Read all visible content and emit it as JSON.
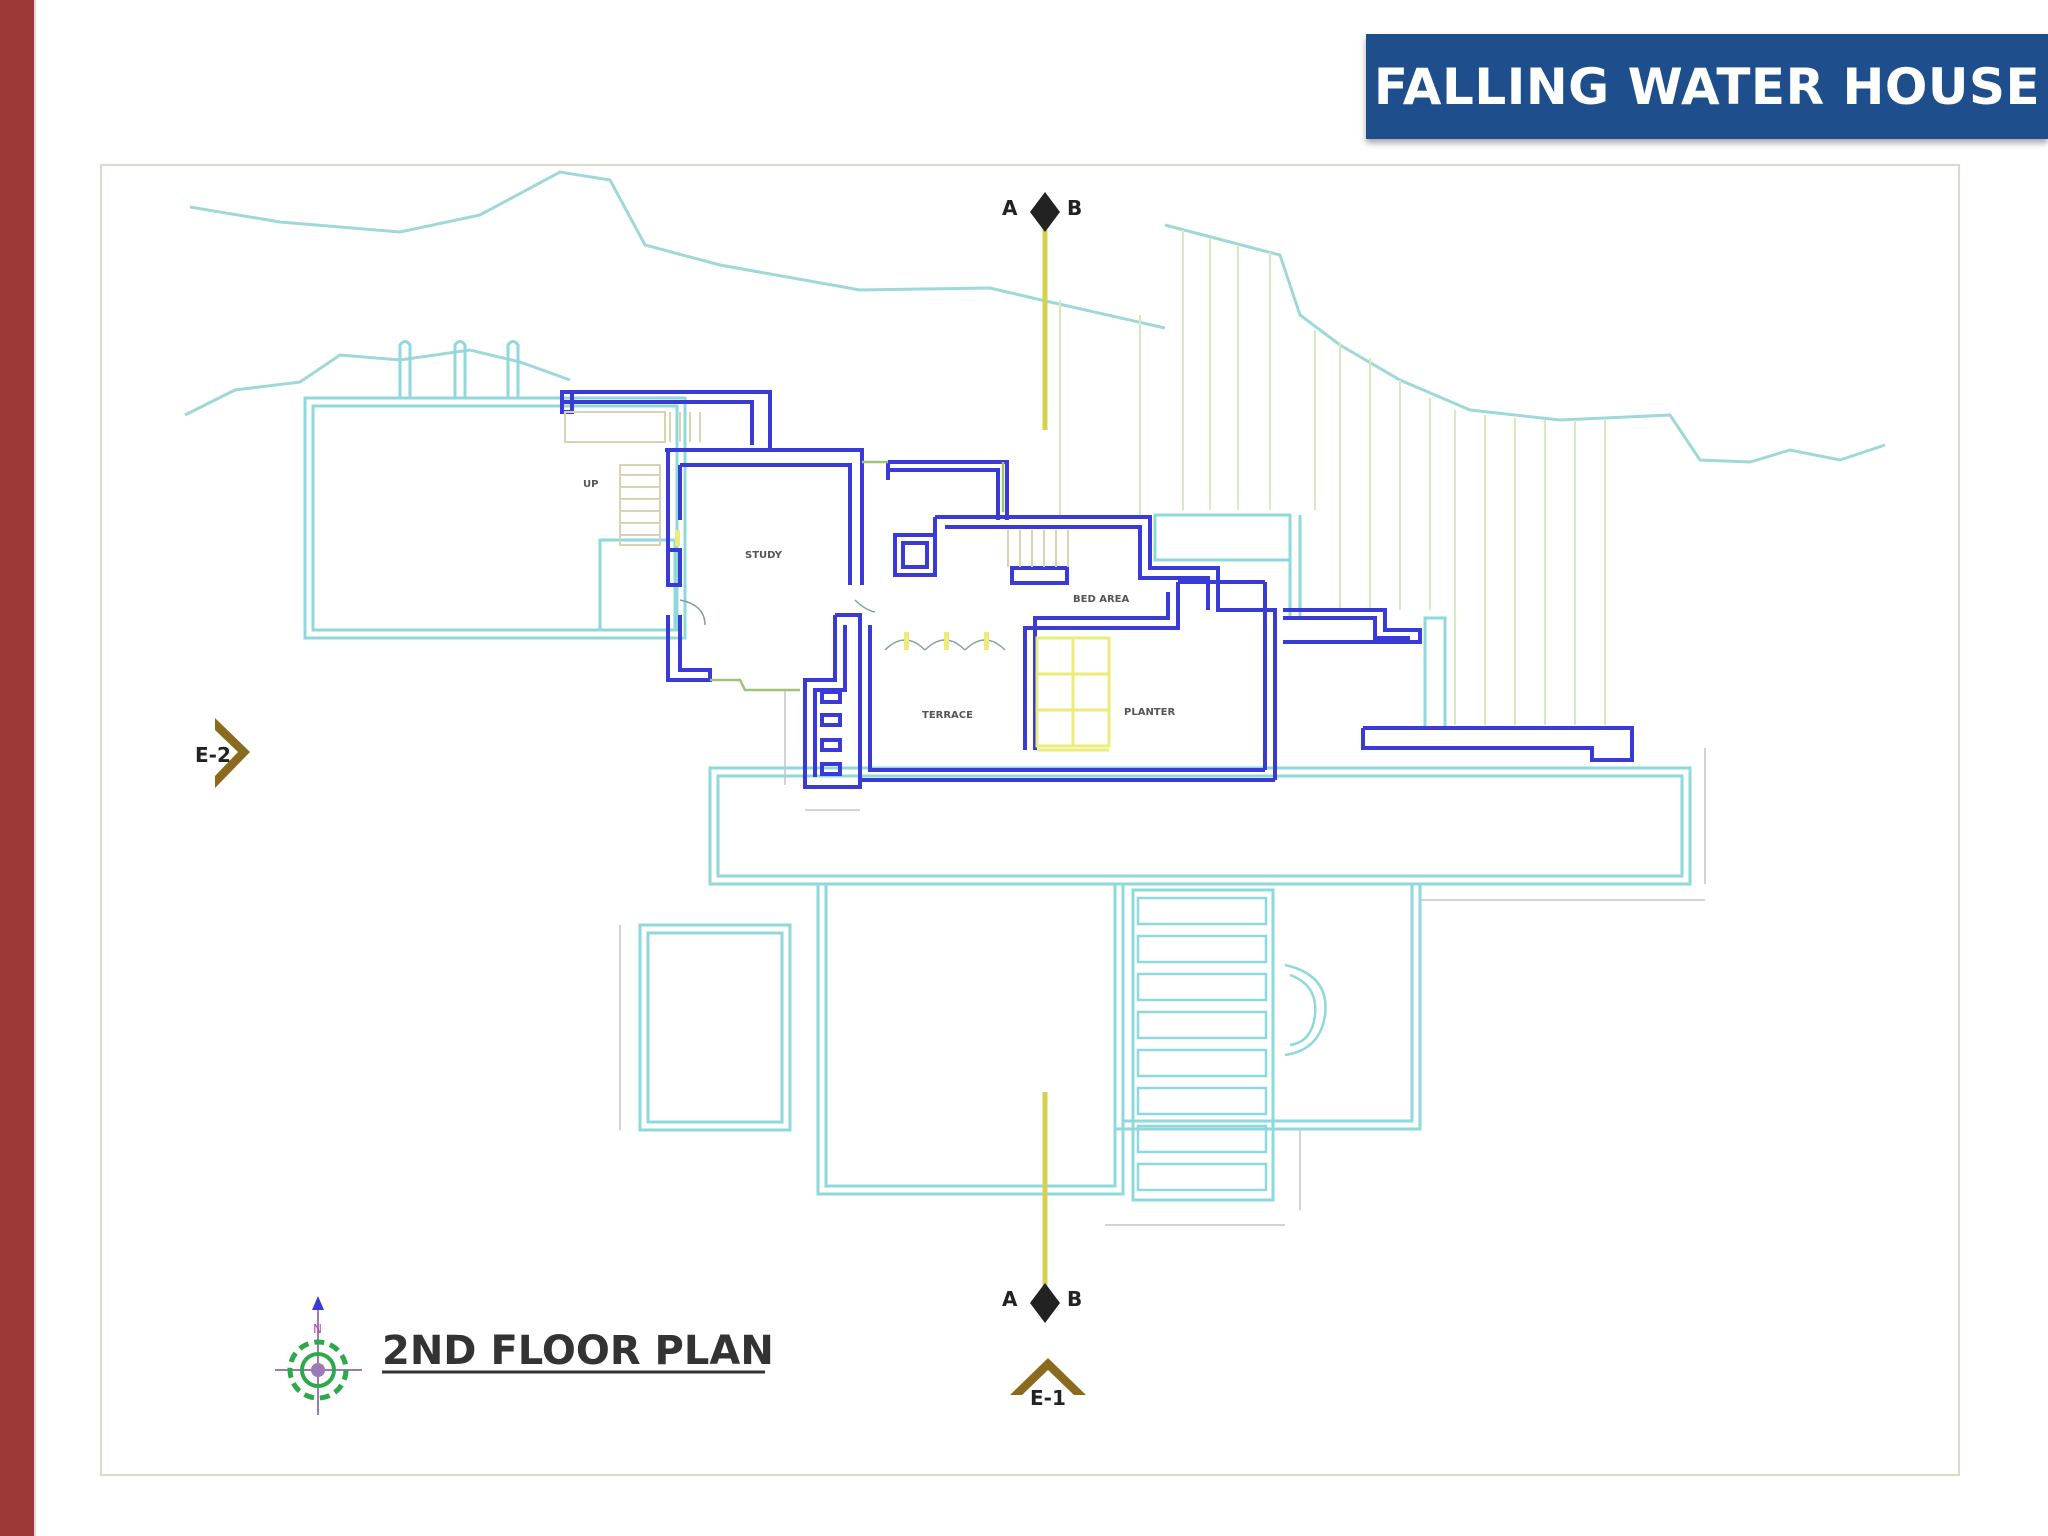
{
  "slide": {
    "title": "FALLING WATER HOUSE",
    "title_bg": "#1f4e8c",
    "accent_bar": "#9b3a36"
  },
  "plan": {
    "title": "2ND FLOOR PLAN",
    "rooms": {
      "study": "STUDY",
      "bed_area": "BED AREA",
      "terrace": "TERRACE",
      "planter": "PLANTER",
      "up": "UP"
    },
    "section_markers": {
      "left": "A",
      "right": "B"
    },
    "elevation_markers": {
      "left": "E-2",
      "bottom": "E-1"
    },
    "compass_label": "N",
    "colors": {
      "wall": "#3a3ad6",
      "outline": "#8fd8dc",
      "terrain": "#9ed8d8",
      "section_line": "#d4d14a",
      "marker": "#8a6a1c",
      "planter": "#ecec7a"
    }
  }
}
